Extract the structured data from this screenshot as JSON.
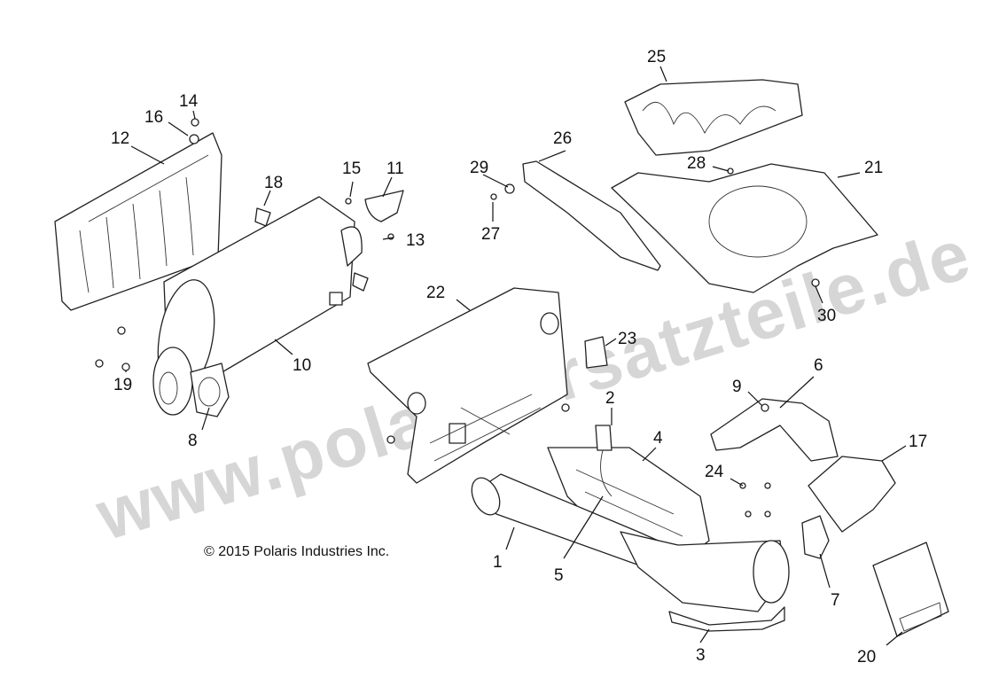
{
  "watermark": "www.polarisersatzteile.de",
  "copyright": "© 2015 Polaris Industries Inc.",
  "callouts": {
    "c1": "1",
    "c2": "2",
    "c3": "3",
    "c4": "4",
    "c5": "5",
    "c6": "6",
    "c7": "7",
    "c8": "8",
    "c9": "9",
    "c10": "10",
    "c11": "11",
    "c12": "12",
    "c13": "13",
    "c14": "14",
    "c15": "15",
    "c16": "16",
    "c17": "17",
    "c18": "18",
    "c19": "19",
    "c20": "20",
    "c21": "21",
    "c22": "22",
    "c23": "23",
    "c24": "24",
    "c25": "25",
    "c26": "26",
    "c27": "27",
    "c28": "28",
    "c29": "29",
    "c30": "30"
  }
}
